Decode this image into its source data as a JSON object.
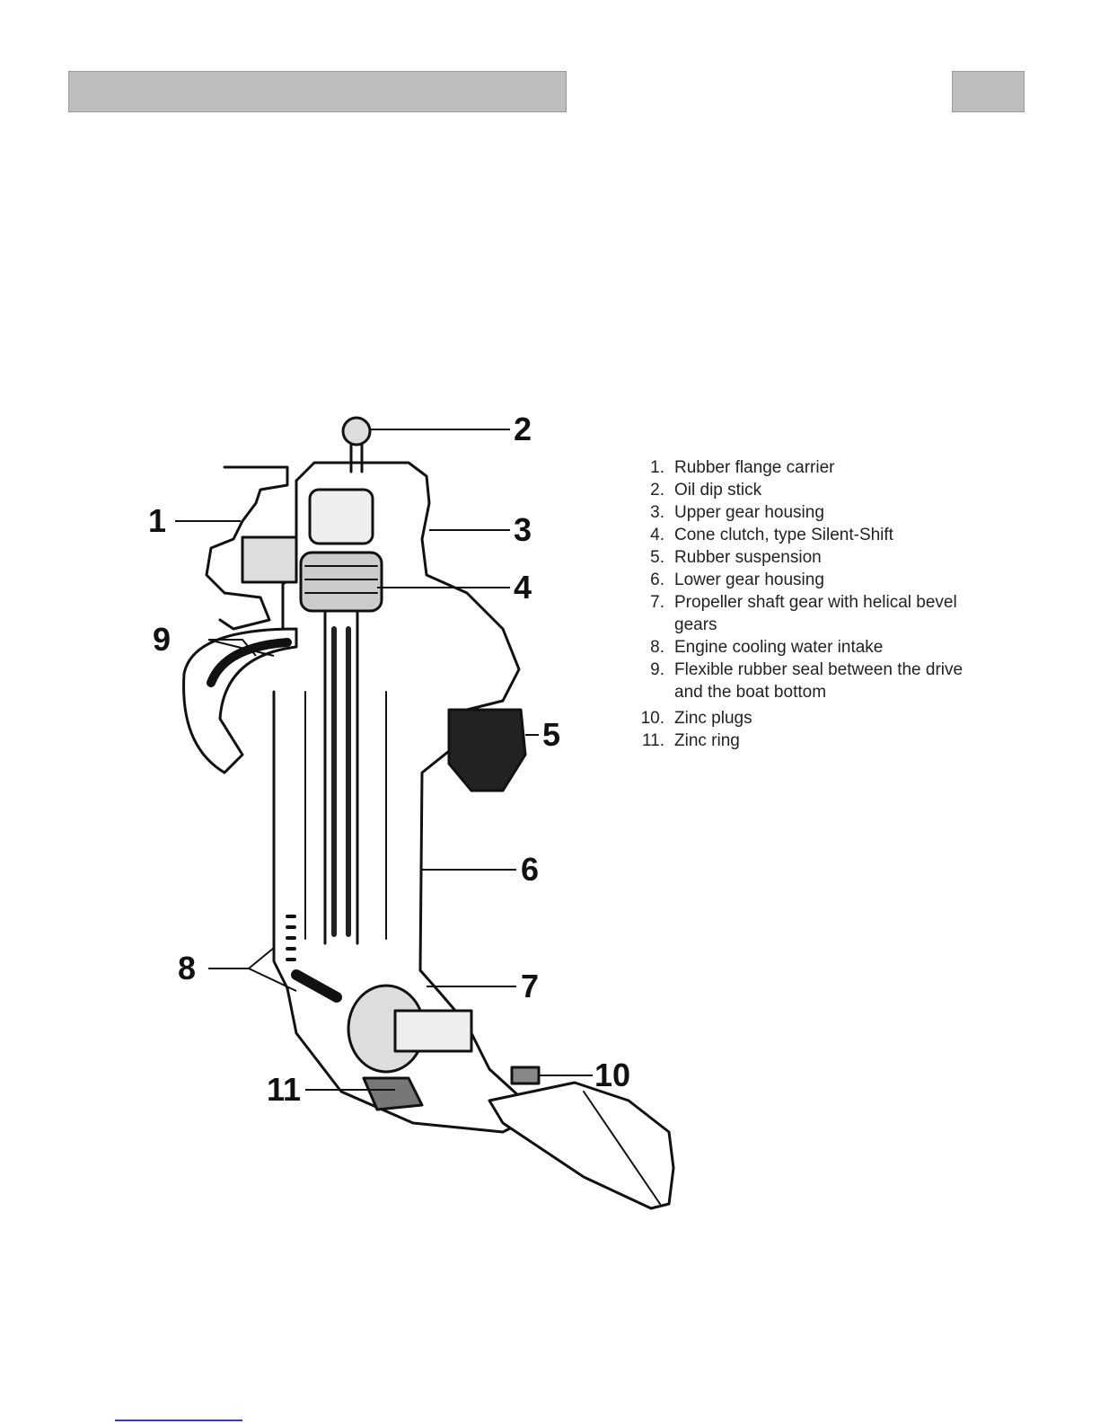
{
  "diagram": {
    "callouts": [
      "1",
      "2",
      "3",
      "4",
      "5",
      "6",
      "7",
      "8",
      "9",
      "10",
      "11"
    ]
  },
  "legend": [
    {
      "num": "1.",
      "text": "Rubber flange carrier"
    },
    {
      "num": "2.",
      "text": "Oil dip stick"
    },
    {
      "num": "3.",
      "text": "Upper gear housing"
    },
    {
      "num": "4.",
      "text": "Cone clutch, type Silent-Shift"
    },
    {
      "num": "5.",
      "text": "Rubber suspension"
    },
    {
      "num": "6.",
      "text": "Lower gear housing"
    },
    {
      "num": "7.",
      "text": "Propeller shaft gear with helical bevel gears"
    },
    {
      "num": "8.",
      "text": "Engine cooling water intake"
    },
    {
      "num": "9.",
      "text": "Flexible rubber seal between the drive and the boat bottom"
    },
    {
      "num": "10.",
      "text": "Zinc plugs"
    },
    {
      "num": "11.",
      "text": "Zinc ring"
    }
  ],
  "colors": {
    "header_bar": "#bdbdbd",
    "ink": "#111111",
    "footer_rule": "#3a3ad0"
  }
}
